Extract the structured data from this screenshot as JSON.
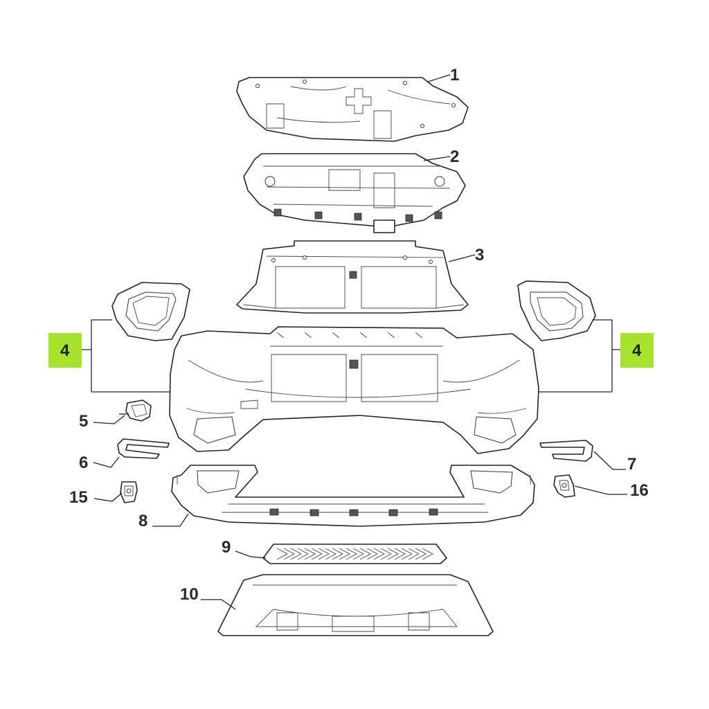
{
  "callouts": {
    "c1": "1",
    "c2": "2",
    "c3": "3",
    "c4_left": "4",
    "c4_right": "4",
    "c5": "5",
    "c6": "6",
    "c7": "7",
    "c8": "8",
    "c9": "9",
    "c10": "10",
    "c15": "15",
    "c16": "16"
  },
  "colors": {
    "highlight": "#a6e22e",
    "stroke": "#222222",
    "label": "#2a2a2a"
  }
}
